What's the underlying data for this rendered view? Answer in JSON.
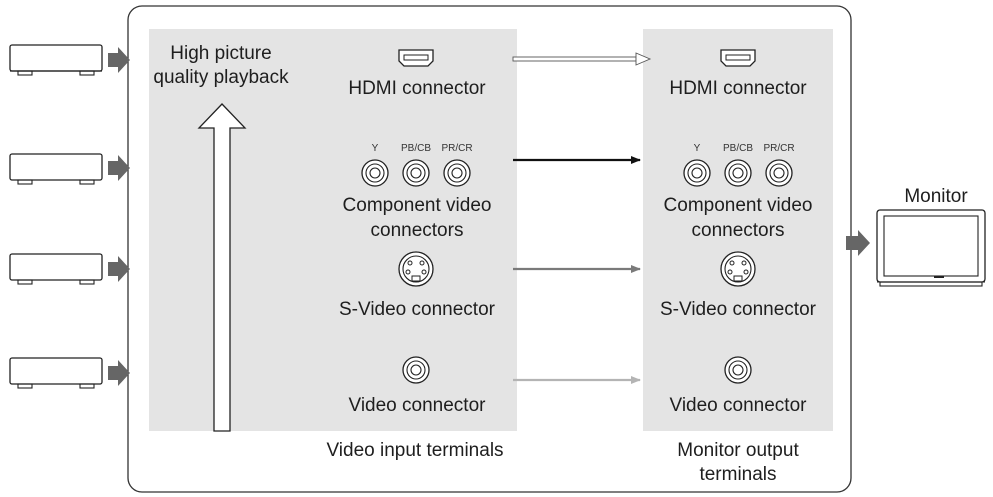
{
  "left_panel": {
    "quality_label_line1": "High picture",
    "quality_label_line2": "quality playback",
    "title": "Video input terminals",
    "connectors": {
      "hdmi": "HDMI connector",
      "component_line1": "Component video",
      "component_line2": "connectors",
      "svideo": "S-Video connector",
      "video": "Video connector"
    },
    "component_sublabels": [
      "Y",
      "PB/CB",
      "PR/CR"
    ]
  },
  "right_panel": {
    "title_line1": "Monitor output",
    "title_line2": "terminals",
    "connectors": {
      "hdmi": "HDMI connector",
      "component_line1": "Component video",
      "component_line2": "connectors",
      "svideo": "S-Video connector",
      "video": "Video connector"
    },
    "component_sublabels": [
      "Y",
      "PB/CB",
      "PR/CR"
    ]
  },
  "monitor": {
    "label": "Monitor"
  },
  "signal_colors": {
    "hdmi": "#ffffff",
    "component": "#111111",
    "svideo": "#7a7a7a",
    "video": "#b4b4b4"
  },
  "panel_color": "#e4e4e4",
  "arrow_color": "#666666",
  "sources": [
    {
      "name": "source-device"
    },
    {
      "name": "source-device"
    },
    {
      "name": "source-device"
    },
    {
      "name": "source-device"
    }
  ]
}
